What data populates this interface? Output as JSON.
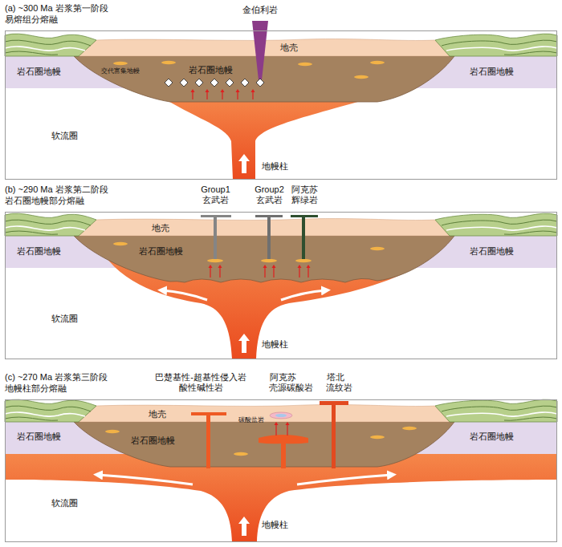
{
  "diagram": {
    "nodes": [
      {
        "text": [
          "(a) ~300 Ma 岩浆第一阶段 易熔组分熔融"
        ]
      },
      {
        "text": [
          "(b) ~290 Ma 岩浆第二阶段 岩石圈地幔部分熔融"
        ]
      },
      {
        "text": [
          "(c) ~270 Ma 岩浆第三阶段 地幔柱部分熔融"
        ]
      }
    ],
    "labels": [
      "金伯利岩",
      "地壳",
      "岩石圈地幔",
      "交代富集地幔",
      "岩石圈地幔",
      "岩石圈地幔",
      "软流圈",
      "地幔柱",
      "Group1 玄武岩",
      "Group2 玄武岩",
      "阿克苏 辉绿岩",
      "地壳",
      "岩石圈地幔",
      "岩石圈地幔",
      "岩石圈地幔",
      "软流圈",
      "地幔柱",
      "巴楚基性-超基性侵入岩 酸性碱性岩",
      "阿克苏 壳源碳酸岩",
      "塔北 流纹岩",
      "地壳",
      "碳酸盐岩",
      "岩石圈地幔",
      "岩石圈地幔",
      "岩石圈地幔",
      "软流圈",
      "地幔柱"
    ]
  }
}
